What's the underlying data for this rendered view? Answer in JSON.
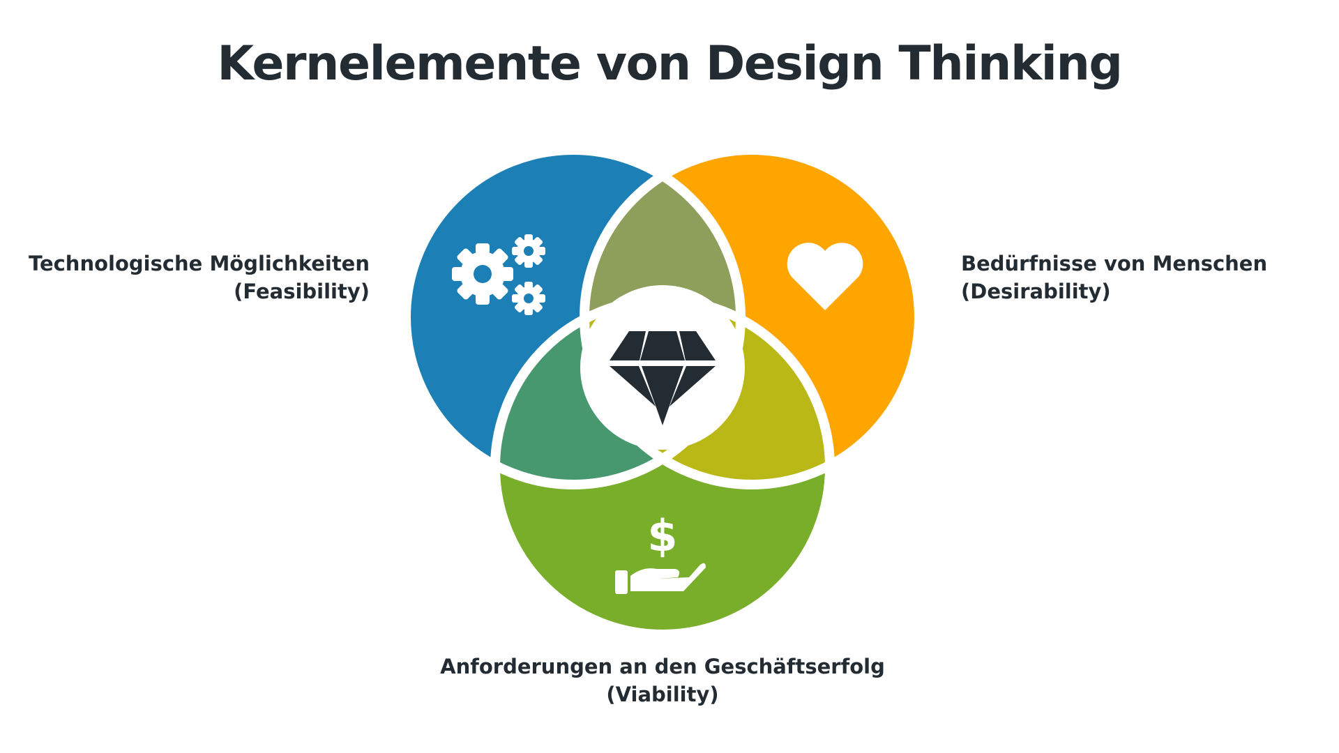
{
  "title": "Kernelemente von Design Thinking",
  "circles": {
    "technology": {
      "line1": "Technologische Möglichkeiten",
      "line2": "(Feasibility)",
      "color": "#1c80b6",
      "icon": "gears-icon"
    },
    "people": {
      "line1": "Bedürfnisse von Menschen",
      "line2": "(Desirability)",
      "color": "#fea500",
      "icon": "heart-icon"
    },
    "business": {
      "line1": "Anforderungen an den Geschäftserfolg",
      "line2": "(Viability)",
      "color": "#79ae2a",
      "icon": "money-hand-icon"
    }
  },
  "overlaps": {
    "technology_people": "#8e9f5c",
    "technology_business": "#47986f",
    "people_business": "#b9b816"
  },
  "center": {
    "icon": "diamond-icon",
    "color": "#232b33"
  }
}
